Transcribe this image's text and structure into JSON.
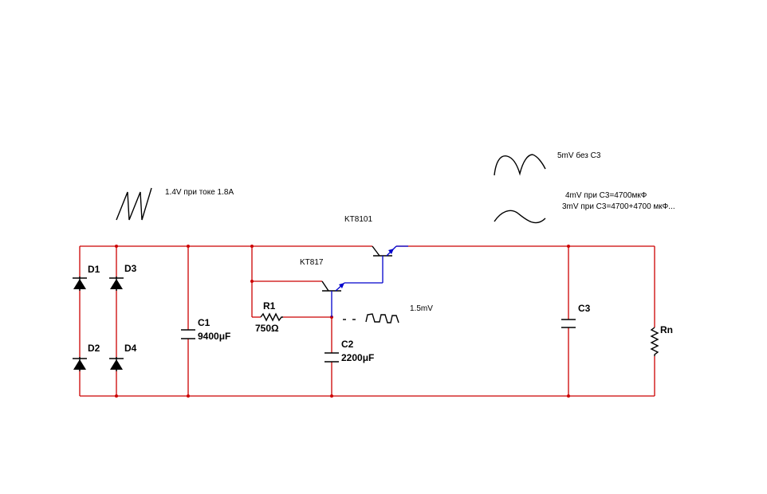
{
  "components": {
    "d1": "D1",
    "d2": "D2",
    "d3": "D3",
    "d4": "D4",
    "c1_name": "C1",
    "c1_value": "9400μF",
    "r1_name": "R1",
    "r1_value": "750Ω",
    "c2_name": "C2",
    "c2_value": "2200μF",
    "c3_name": "C3",
    "load": "Rn",
    "q1": "KT817",
    "q2": "KT8101"
  },
  "notes": {
    "rectifier_ripple": "1.4V при токе 1.8A",
    "filter_ripple": "1.5mV",
    "output_no_c3": "5mV без C3",
    "output_c3_single": "4mV при C3=4700мкФ",
    "output_c3_double": "3mV при C3=4700+4700 мкФ..."
  },
  "colors": {
    "wires": "#cc0000",
    "transistors": "#0000cc",
    "parts": "#000000"
  }
}
